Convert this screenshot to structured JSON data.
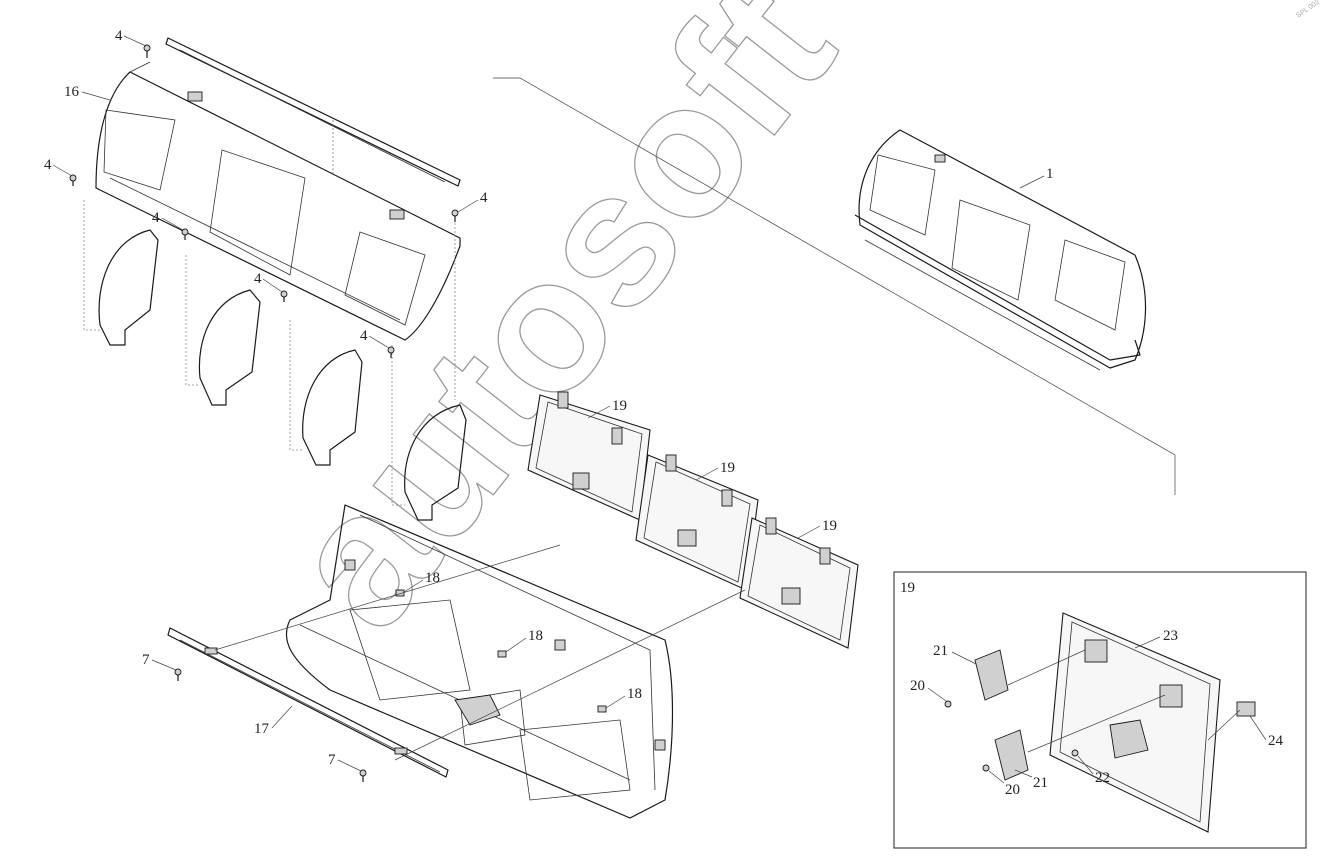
{
  "watermark": "autosoft",
  "corner_mark": "SPL 002",
  "detail_box_title": "19",
  "labels": {
    "l1": "1",
    "l4a": "4",
    "l4b": "4",
    "l4c": "4",
    "l4d": "4",
    "l4e": "4",
    "l4f": "4",
    "l7a": "7",
    "l7b": "7",
    "l16": "16",
    "l17": "17",
    "l18a": "18",
    "l18b": "18",
    "l18c": "18",
    "l19a": "19",
    "l19b": "19",
    "l19c": "19",
    "l20a": "20",
    "l20b": "20",
    "l21a": "21",
    "l21b": "21",
    "l22": "22",
    "l23": "23",
    "l24": "24"
  }
}
